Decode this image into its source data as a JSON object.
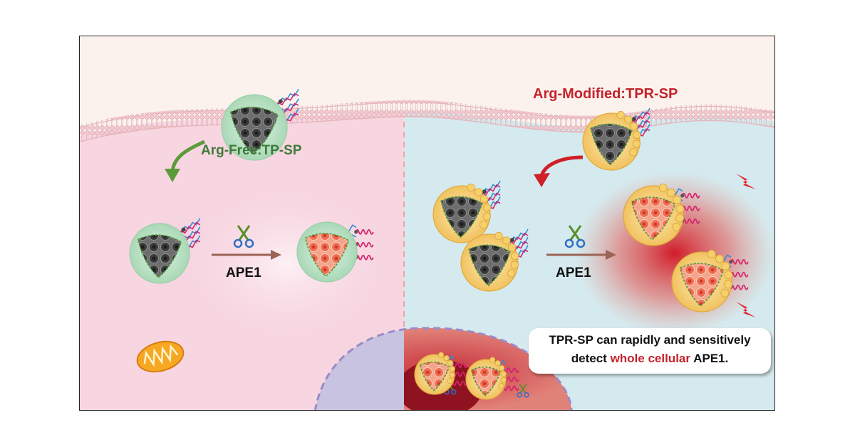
{
  "labels": {
    "arg_free": "Arg-Free:TP-SP",
    "arg_modified": "Arg-Modified:TPR-SP",
    "ape1_left": "APE1",
    "ape1_right": "APE1"
  },
  "callout": {
    "line1": "TPR-SP can rapidly and sensitively",
    "line2_prefix": "detect ",
    "line2_emphasis": "whole cellular",
    "line2_suffix": " APE1."
  },
  "colors": {
    "arg_free_label": "#3f7a3a",
    "arg_modified_label": "#c4232b",
    "emphasis": "#c4232b",
    "left_cytoplasm": "#f7d9e3",
    "right_cytoplasm": "#d7ebef",
    "particle_shell_green": "#c7e6cf",
    "particle_shell_yellow": "#f8d98a",
    "probe_magenta": "#d6246e",
    "probe_blue": "#2f8fd6"
  },
  "icons": [
    "scissors-icon",
    "mitochondrion-icon",
    "lightning-icon",
    "curved-arrow-icon"
  ]
}
